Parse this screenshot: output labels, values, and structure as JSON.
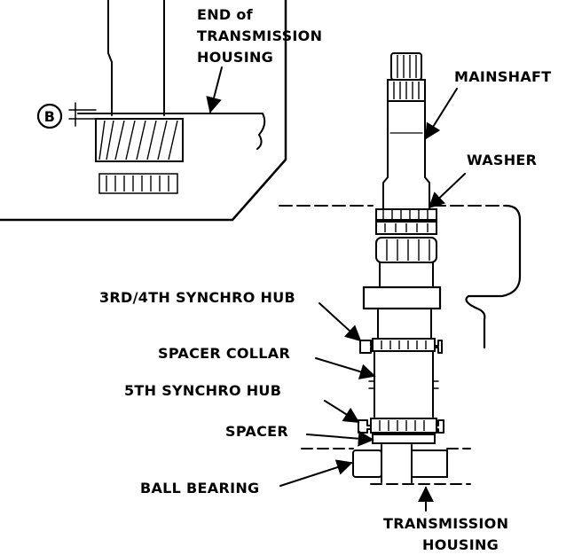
{
  "labels": {
    "end_of_housing": [
      "END of",
      "TRANSMISSION",
      "HOUSING"
    ],
    "dimension": "B",
    "mainshaft": "MAINSHAFT",
    "washer": "WASHER",
    "synchro_34": "3RD/4TH SYNCHRO HUB",
    "spacer_collar": "SPACER COLLAR",
    "synchro_5": "5TH SYNCHRO HUB",
    "spacer": "SPACER",
    "ball_bearing": "BALL BEARING",
    "transmission_housing": [
      "TRANSMISSION",
      "HOUSING"
    ]
  },
  "colors": {
    "ink": "#000000",
    "background": "#ffffff"
  },
  "icons": {
    "arrow": "arrow-head"
  }
}
